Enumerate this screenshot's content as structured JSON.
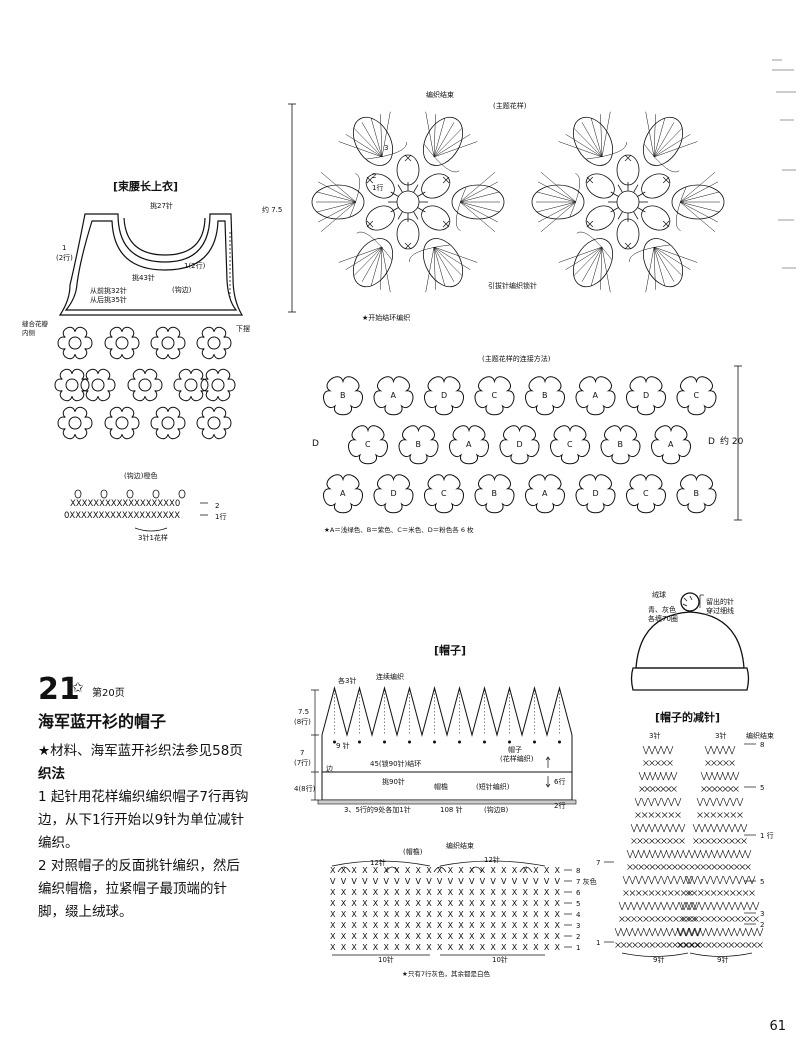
{
  "top_garment": {
    "title": "[束腰长上衣]",
    "labels": {
      "top_stitches": "挑27针",
      "left_rows": "1",
      "left_rows2": "(2行)",
      "right_rows": "1(2行)",
      "center": "挑43针",
      "front": "从前挑32针",
      "back": "从后挑35针",
      "edge": "(钩边)",
      "sew": "缝合花瓣",
      "sew2": "内侧",
      "hem": "下摆",
      "edging_title": "(钩边)橙色",
      "row2": "2",
      "row1": "1行",
      "repeat": "3针1花样"
    }
  },
  "motif": {
    "title": "(主题花样)",
    "finish": "编织结束",
    "size": "约 7.5",
    "r3": "3",
    "r2": "2",
    "r1": "1行",
    "slip": "引拔针编织锁针",
    "start": "★开始结环编织"
  },
  "join": {
    "title": "(主题花样的连接方法)",
    "size": "约 20",
    "side_left": "D",
    "side_right": "D",
    "rows": [
      [
        "B",
        "A",
        "D",
        "C",
        "B",
        "A",
        "D",
        "C"
      ],
      [
        "C",
        "B",
        "A",
        "D",
        "C",
        "B",
        "A"
      ],
      [
        "A",
        "D",
        "C",
        "B",
        "A",
        "D",
        "C",
        "B"
      ]
    ],
    "note": "★A＝浅绿色、B＝紫色、C＝米色、D＝粉色各 6 枚"
  },
  "pattern": {
    "number": "21",
    "star": "✩",
    "ref": "第20页",
    "title": "海军蓝开衫的帽子",
    "materials": "★材料、海军蓝开衫织法参见58页",
    "method_title": "织法",
    "step1": "1 起针用花样编织编织帽子7行再钩边，从下1行开始以9针为单位减针编织。",
    "step2": "2 对照帽子的反面挑针编织，然后编织帽檐，拉紧帽子最顶端的针脚，缀上绒球。"
  },
  "hat_sketch": {
    "pompom": "绒球",
    "color": "青、灰色",
    "color2": "各缠70圈",
    "needle": "留出的针",
    "needle2": "穿过细线"
  },
  "hat_chart": {
    "title": "[帽子]",
    "each": "各3针",
    "chain": "连续编织",
    "h1": "7.5",
    "h1r": "(8行)",
    "h2": "7",
    "h2r": "(7行)",
    "h3": "4(8行)",
    "nine": "9 针",
    "edge": "边",
    "loop": "45(锁90针)结环",
    "pick": "挑90针",
    "brim": "帽檐",
    "short": "(短针编织)",
    "pattern_label": "帽子",
    "pattern_label2": "(花样编织)",
    "six": "6行",
    "two": "2行",
    "inc": "3、5行的9处各加1针",
    "n108": "108 针",
    "edge_b": "(钩边B)"
  },
  "brim_chart": {
    "title": "(帽檐)",
    "finish": "编织结束",
    "twelve_l": "12针",
    "twelve_r": "12针",
    "ten_l": "10针",
    "ten_r": "10针",
    "rows": [
      "8",
      "7 灰色",
      "6",
      "5",
      "4",
      "3",
      "2",
      "1"
    ],
    "note": "★只有7行灰色，其余都是白色"
  },
  "dec_chart": {
    "title": "[帽子的减针]",
    "top_l": "3针",
    "top_r": "3针",
    "finish": "编织结束",
    "rows_r": [
      "8",
      "5",
      "1 行",
      "5",
      "3",
      "2"
    ],
    "rows_l": [
      "7",
      "1"
    ],
    "bot_l": "9针",
    "bot_r": "9针"
  },
  "page_number": "61"
}
